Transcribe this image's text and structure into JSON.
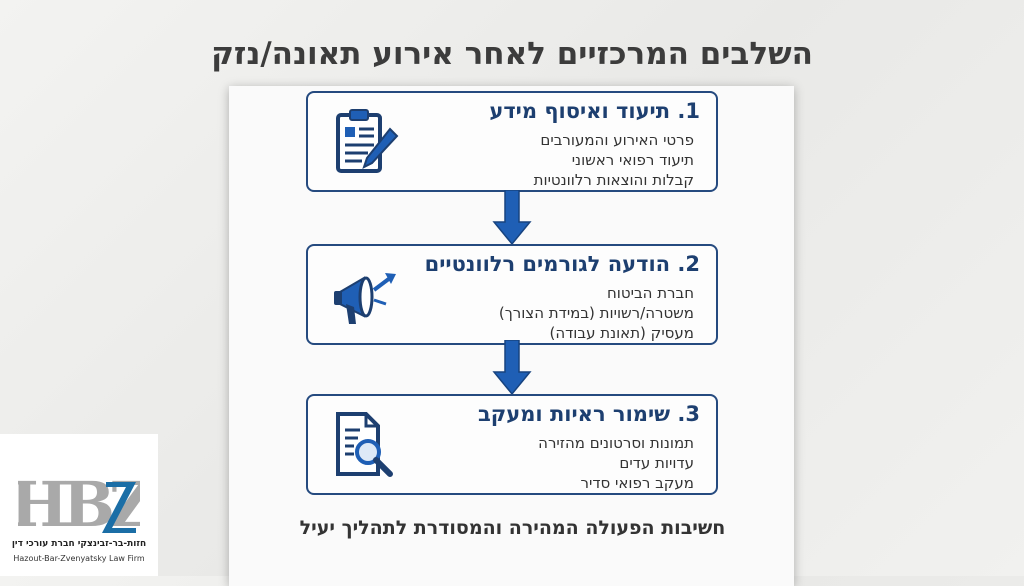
{
  "title": "השלבים המרכזיים לאחר אירוע תאונה/נזק",
  "steps": [
    {
      "title": "1. תיעוד ואיסוף מידע",
      "icon": "clipboard-pencil-icon",
      "items": [
        "פרטי האירוע והמעורבים",
        "תיעוד רפואי ראשוני",
        "קבלות והוצאות רלוונטיות"
      ]
    },
    {
      "title": "2. הודעה לגורמים רלוונטיים",
      "icon": "megaphone-icon",
      "items": [
        "חברת הביטוח",
        "משטרה/רשויות (במידת הצורך)",
        "מעסיק (תאונת עבודה)"
      ]
    },
    {
      "title": "3. שימור ראיות ומעקב",
      "icon": "document-magnifier-icon",
      "items": [
        "תמונות וסרטונים מהזירה",
        "עדויות עדים",
        "מעקב רפואי סדיר"
      ]
    }
  ],
  "footer": "חשיבות הפעולה המהירה והמסודרת לתהליך יעיל",
  "logo": {
    "mark": "HBZ",
    "hebrew": "חזות-בר-זבינצקי חברת עורכי דין",
    "english": "Hazout-Bar-Zvenyatsky Law Firm"
  },
  "colors": {
    "accent": "#1f5fb5",
    "border": "#254a7f",
    "title": "#3c3c3c"
  }
}
